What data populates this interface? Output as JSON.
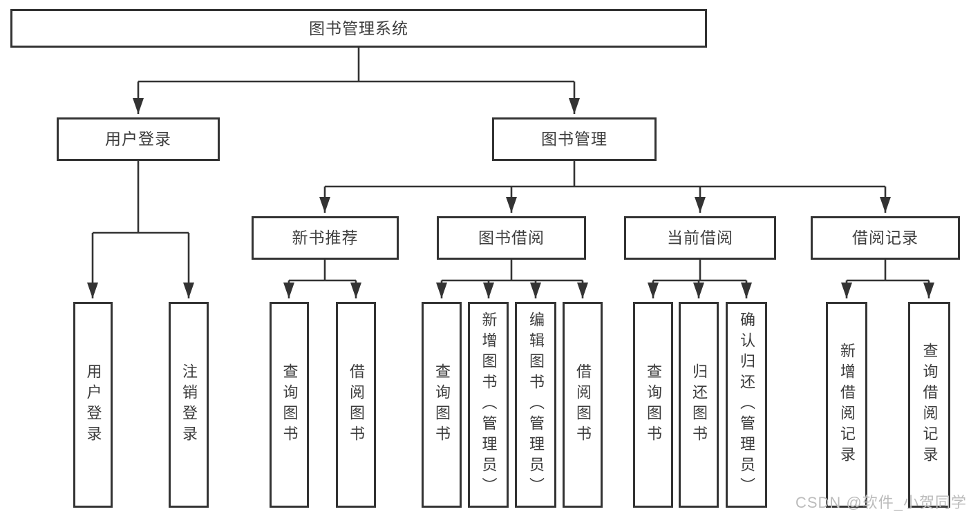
{
  "diagram": {
    "type": "feature-tree",
    "tree": {
      "label": "图书管理系统",
      "children": [
        {
          "label": "用户登录",
          "children": [
            {
              "label": "用户登录"
            },
            {
              "label": "注销登录"
            }
          ]
        },
        {
          "label": "图书管理",
          "children": [
            {
              "label": "新书推荐",
              "children": [
                {
                  "label": "查询图书"
                },
                {
                  "label": "借阅图书"
                }
              ]
            },
            {
              "label": "图书借阅",
              "children": [
                {
                  "label": "查询图书"
                },
                {
                  "label": "新增图书（管理员）"
                },
                {
                  "label": "编辑图书（管理员）"
                },
                {
                  "label": "借阅图书"
                }
              ]
            },
            {
              "label": "当前借阅",
              "children": [
                {
                  "label": "查询图书"
                },
                {
                  "label": "归还图书"
                },
                {
                  "label": "确认归还（管理员）"
                }
              ]
            },
            {
              "label": "借阅记录",
              "children": [
                {
                  "label": "新增借阅记录"
                },
                {
                  "label": "查询借阅记录"
                }
              ]
            }
          ]
        }
      ]
    }
  },
  "watermark": {
    "text": "CSDN @软件_小贺同学"
  },
  "colors": {
    "background": "#ffffff",
    "box_border": "#333333",
    "line": "#333333",
    "text": "#3d3d3d",
    "watermark": "#bcbcbc"
  }
}
